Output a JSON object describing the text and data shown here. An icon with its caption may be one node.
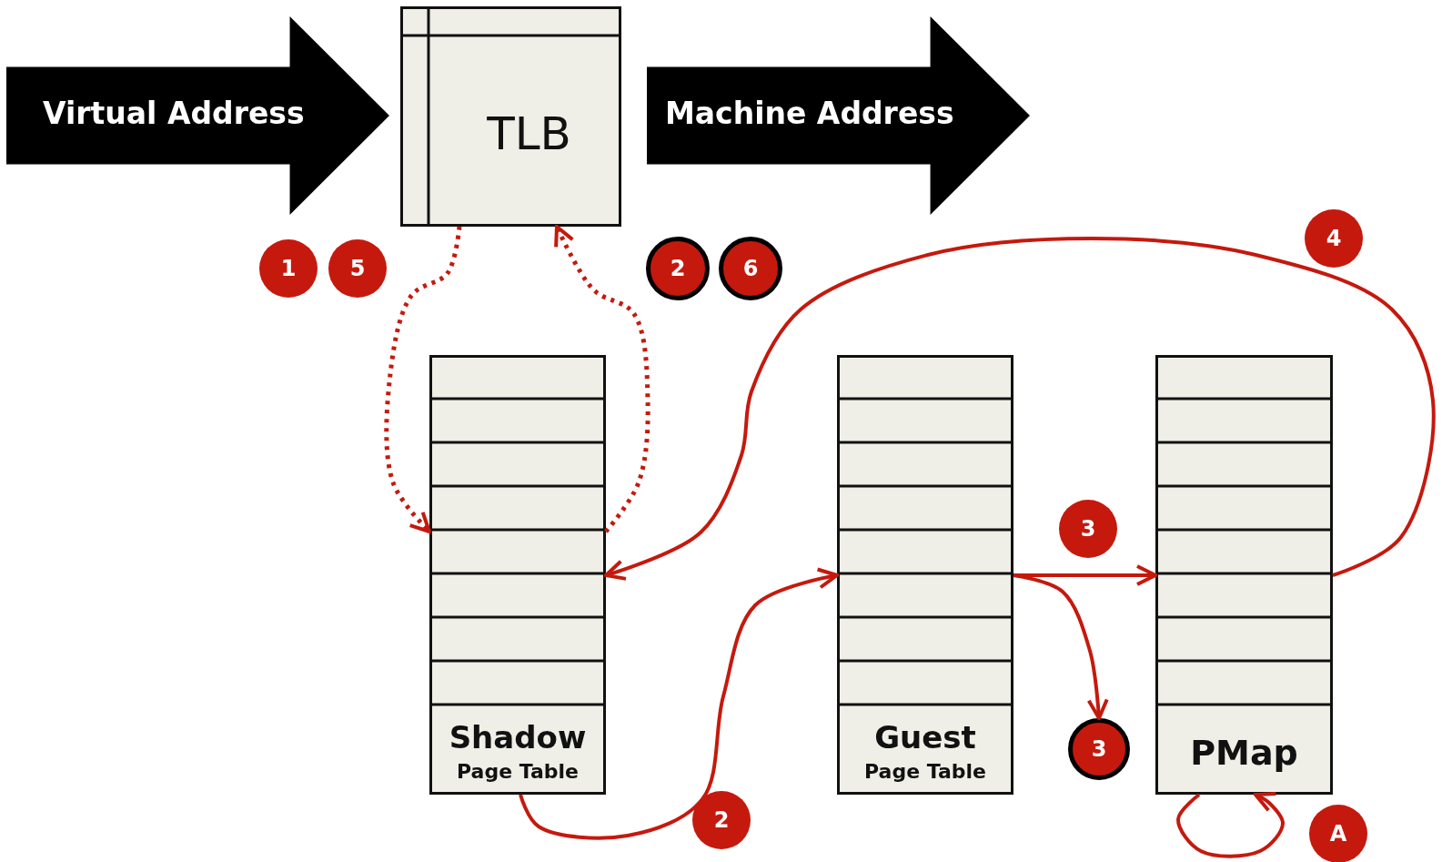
{
  "diagram": {
    "nodes": [
      {
        "text": [
          "Virtual Address"
        ]
      },
      {
        "text": [
          "TLB"
        ]
      },
      {
        "text": [
          "Machine Address"
        ]
      },
      {
        "text": [
          "Shadow",
          "Page Table"
        ]
      },
      {
        "text": [
          "Guest",
          "Page Table"
        ]
      },
      {
        "text": [
          "PMap"
        ]
      },
      {
        "text": [
          "3"
        ]
      },
      {
        "text": [
          "2"
        ]
      },
      {
        "text": [
          "6"
        ]
      }
    ],
    "edges": [
      {
        "from": 1,
        "to": 3,
        "arrow": "to",
        "style": "dashed"
      },
      {
        "from": 3,
        "to": 1,
        "arrow": "to",
        "style": "dashed"
      },
      {
        "from": 3,
        "to": 4,
        "arrow": "to"
      },
      {
        "from": 4,
        "to": 5,
        "arrow": "to"
      },
      {
        "from": 4,
        "to": 6,
        "arrow": "to"
      },
      {
        "from": 5,
        "to": 3,
        "arrow": "to"
      },
      {
        "from": 5,
        "to": 5,
        "arrow": "to"
      }
    ],
    "labels": [
      "1",
      "5",
      "4",
      "3",
      "2",
      "A"
    ]
  }
}
